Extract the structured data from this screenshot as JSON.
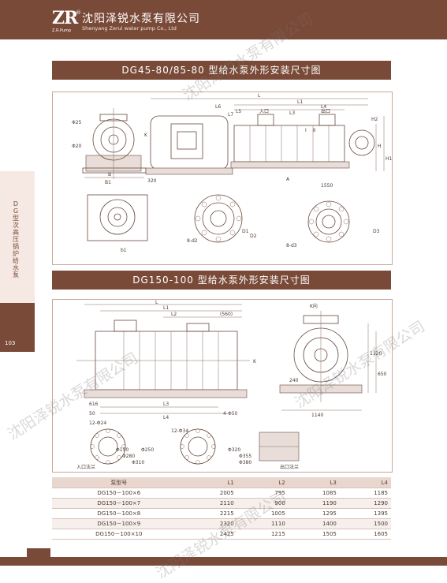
{
  "header": {
    "logo_text": "ZR",
    "logo_reg": "®",
    "logo_sub": "Z.R.Pump",
    "company_cn": "沈阳泽锐水泵有限公司",
    "company_en": "Shenyang Zerui water pump Co., Ltd"
  },
  "sections": [
    {
      "title": "DG45-80/85-80 型给水泵外形安装尺寸图"
    },
    {
      "title": "DG150-100 型给水泵外形安装尺寸图"
    }
  ],
  "drawing1": {
    "labels": [
      "L",
      "L1",
      "L3",
      "L4",
      "L5",
      "L6",
      "L7",
      "H",
      "H1",
      "H2",
      "K",
      "B",
      "B1",
      "b1",
      "D1",
      "D2",
      "D3",
      "8-d2",
      "8-d3",
      "入口",
      "出口",
      "I",
      "II",
      "Φ25",
      "Φ20",
      "1550",
      "320",
      "A"
    ]
  },
  "drawing2": {
    "labels": [
      "L",
      "L1",
      "L2",
      "L3",
      "L4",
      "(560)",
      "K",
      "K向",
      "616",
      "50",
      "1140",
      "4-Φ50",
      "1120",
      "650",
      "240",
      "12-Φ24",
      "12-Φ34",
      "Φ280",
      "Φ310",
      "Φ355",
      "Φ380",
      "Φ320",
      "Φ250",
      "Φ150",
      "入口法兰",
      "出口法兰"
    ]
  },
  "table": {
    "headers": [
      "泵型号",
      "L1",
      "L2",
      "L3",
      "L4"
    ],
    "rows": [
      [
        "DG150－100×6",
        "2005",
        "795",
        "1085",
        "1185"
      ],
      [
        "DG150－100×7",
        "2110",
        "900",
        "1190",
        "1290"
      ],
      [
        "DG150－100×8",
        "2215",
        "1005",
        "1295",
        "1395"
      ],
      [
        "DG150－100×9",
        "2320",
        "1110",
        "1400",
        "1500"
      ],
      [
        "DG150－100×10",
        "2425",
        "1215",
        "1505",
        "1605"
      ]
    ]
  },
  "sidebar": {
    "text": "DG型次高压锅炉给水泵",
    "page_number": "103"
  },
  "watermarks": [
    "沈阳泽锐水泵有限公司",
    "沈阳泽锐水泵有限公司",
    "沈阳泽锐水泵有限公司",
    "沈阳泽锐水泵有限公司"
  ],
  "colors": {
    "brand": "#7a4a38",
    "table_header": "#e9d7cf"
  }
}
